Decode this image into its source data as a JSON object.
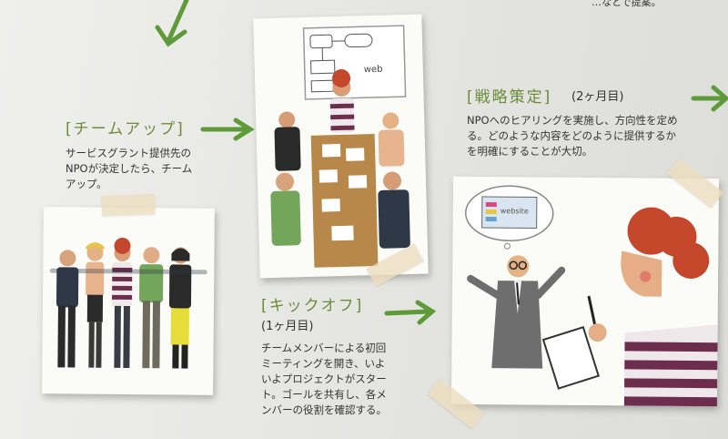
{
  "top_fragment": "…なとで提案。",
  "team_up": {
    "heading": "[チームアップ]",
    "lines": [
      "サービスグラント提供先の",
      "NPOが決定したら、チーム",
      "アップ。"
    ]
  },
  "kickoff": {
    "heading": "[キックオフ]",
    "duration": "(1ヶ月目)",
    "lines": [
      "チームメンバーによる初回",
      "ミーティングを開き、いよ",
      "いよプロジェクトがスター",
      "ト。ゴールを共有し、各メ",
      "ンバーの役割を確認する。"
    ]
  },
  "strategy": {
    "heading": "[戦略策定]",
    "duration": "(2ヶ月目)",
    "lines": [
      "NPOへのヒアリングを実施し、方向性を定め",
      "る。どのような内容をどのように提供するか",
      "を明確にすることが大切。"
    ]
  },
  "illustration_labels": {
    "whiteboard_text": "web",
    "bubble_text": "website"
  },
  "colors": {
    "accent_green": "#6c8c3a",
    "arrow_green": "#5e9a3a",
    "table_brown": "#b8874a",
    "hair_red": "#c4472c"
  }
}
